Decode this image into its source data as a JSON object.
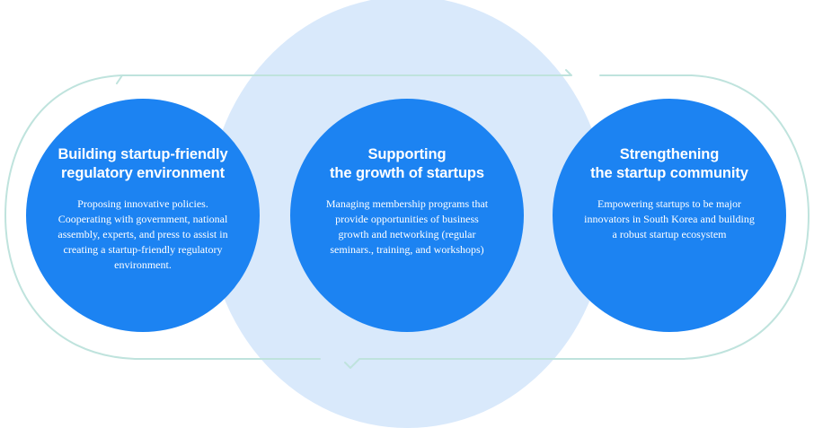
{
  "colors": {
    "background_circle": "#d9e9fb",
    "node_fill": "#1c83f2",
    "flow_line": "#bfe3dd",
    "text": "#ffffff"
  },
  "nodes": [
    {
      "title": "Building startup-friendly\nregulatory environment",
      "description": "Proposing innovative policies.\nCooperating with government, national\nassembly, experts, and press to assist in\ncreating a startup-friendly regulatory\nenvironment."
    },
    {
      "title": "Supporting\nthe growth of startups",
      "description": "Managing membership programs that\nprovide opportunities of business\ngrowth and networking (regular\nseminars., training, and workshops)"
    },
    {
      "title": "Strengthening\nthe startup community",
      "description": "Empowering startups to be major\ninnovators in South Korea and building\na robust startup ecosystem"
    }
  ]
}
